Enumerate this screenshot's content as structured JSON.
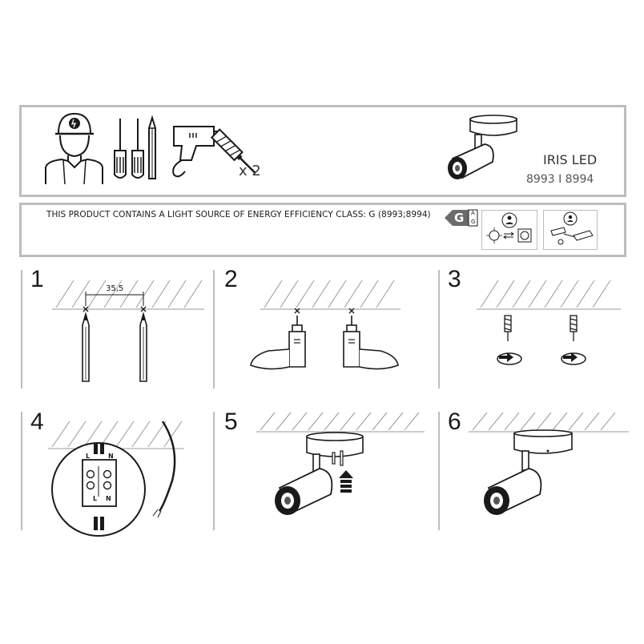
{
  "header": {
    "qty_label": "x 2",
    "product_title": "IRIS LED",
    "model_numbers": "8993 I 8994",
    "tools": [
      "installer-icon",
      "screwdrivers-icon",
      "pencil-icon",
      "drill-icon",
      "wall-plug-icon"
    ]
  },
  "energy": {
    "notice": "THIS PRODUCT CONTAINS A LIGHT SOURCE OF ENERGY EFFICIENCY CLASS: G (8993;8994)",
    "class_letter": "G",
    "scale_top": "A",
    "scale_bottom": "G"
  },
  "steps": [
    {
      "number": "1",
      "dimension": "35,5"
    },
    {
      "number": "2"
    },
    {
      "number": "3"
    },
    {
      "number": "4",
      "terminal_top": [
        "L",
        "N"
      ],
      "terminal_bottom": [
        "L",
        "N"
      ]
    },
    {
      "number": "5"
    },
    {
      "number": "6"
    }
  ]
}
